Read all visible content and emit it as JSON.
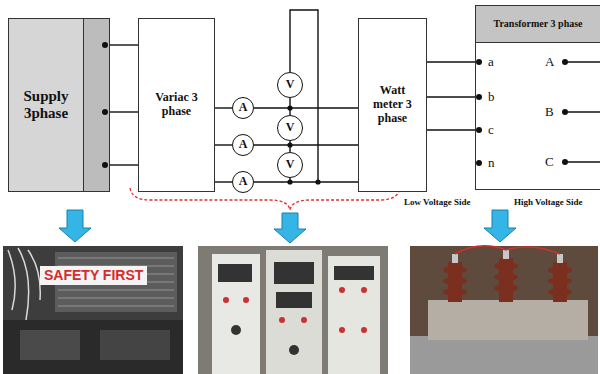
{
  "diagram": {
    "nodes": [
      {
        "text": [
          "Supply 3phase"
        ]
      },
      {
        "text": [
          "Variac 3 phase"
        ]
      },
      {
        "text": [
          "A"
        ]
      },
      {
        "text": [
          "A"
        ]
      },
      {
        "text": [
          "A"
        ]
      },
      {
        "text": [
          "V"
        ]
      },
      {
        "text": [
          "V"
        ]
      },
      {
        "text": [
          "V"
        ]
      },
      {
        "text": [
          "Watt meter 3 phase"
        ]
      },
      {
        "text": [
          "Transformer 3 phase"
        ]
      }
    ],
    "edges": [
      {
        "from": 0,
        "to": 1,
        "arrow": "none"
      },
      {
        "from": 0,
        "to": 1,
        "arrow": "none"
      },
      {
        "from": 0,
        "to": 1,
        "arrow": "none"
      },
      {
        "from": 1,
        "to": 2,
        "arrow": "none"
      },
      {
        "from": 1,
        "to": 3,
        "arrow": "none"
      },
      {
        "from": 1,
        "to": 4,
        "arrow": "none"
      },
      {
        "from": 2,
        "to": 8,
        "arrow": "none"
      },
      {
        "from": 3,
        "to": 8,
        "arrow": "none"
      },
      {
        "from": 4,
        "to": 8,
        "arrow": "none"
      },
      {
        "from": 5,
        "to": 6,
        "arrow": "none"
      },
      {
        "from": 6,
        "to": 7,
        "arrow": "none"
      },
      {
        "from": 8,
        "to": 9,
        "arrow": "none"
      },
      {
        "from": 8,
        "to": 9,
        "arrow": "none"
      },
      {
        "from": 8,
        "to": 9,
        "arrow": "none"
      }
    ],
    "labels": [
      "a",
      "b",
      "c",
      "n",
      "A",
      "B",
      "C",
      "Low Voltage Side",
      "High Voltage Side",
      "SAFETY FIRST"
    ]
  }
}
